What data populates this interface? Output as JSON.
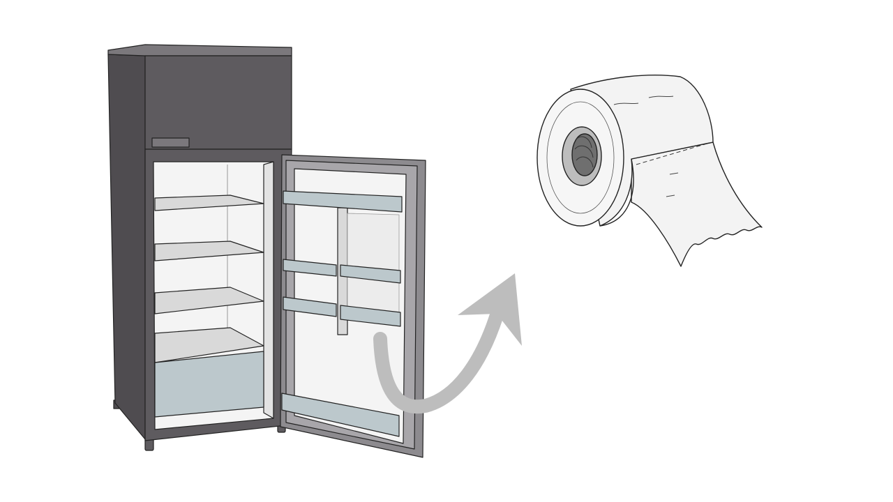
{
  "scene": {
    "subjects": [
      "refrigerator",
      "arrow",
      "toilet-paper-roll"
    ],
    "colors": {
      "background": "#ffffff",
      "fridge_body": "#5e5b5f",
      "fridge_side": "#4f4c50",
      "fridge_top": "#7b787c",
      "interior": "#f4f4f4",
      "shelf": "#d9d9d9",
      "crisper": "#bcc8cc",
      "door_bin": "#bcc8cc",
      "door_frame": "#8d8b8f",
      "arrow": "#bdbdbd",
      "paper": "#f3f3f3",
      "outline": "#222222"
    }
  }
}
